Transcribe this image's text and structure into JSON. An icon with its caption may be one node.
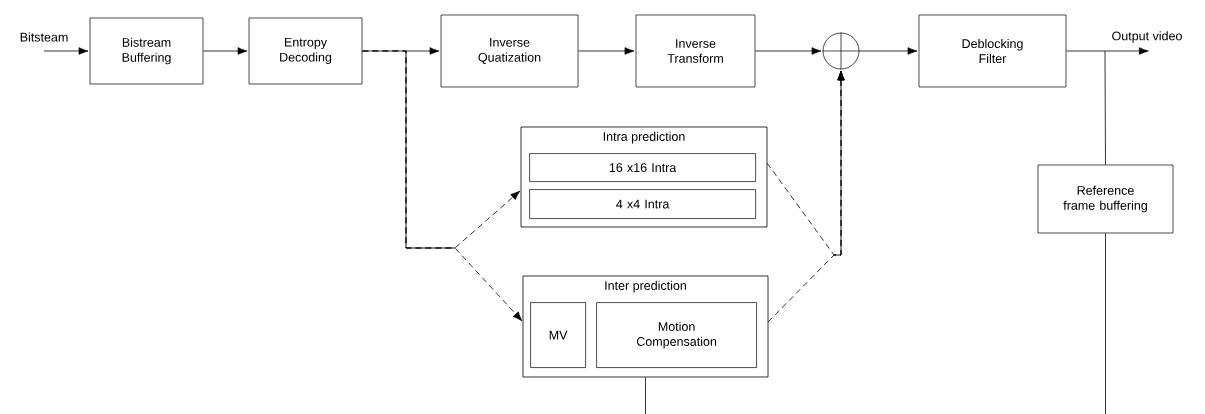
{
  "diagram": {
    "nodes": [
      {
        "text": [
          "Bistream Buffering"
        ]
      },
      {
        "text": [
          "Entropy Decoding"
        ]
      },
      {
        "text": [
          "Inverse Quatization"
        ]
      },
      {
        "text": [
          "Inverse Transform"
        ]
      },
      {
        "text": [],
        "shape": "circle"
      },
      {
        "text": [
          "Deblocking Filter"
        ]
      },
      {
        "text": [
          "Intra prediction"
        ]
      },
      {
        "text": [
          "16 x16 Intra"
        ],
        "in": 6
      },
      {
        "text": [
          "4 x4 Intra"
        ],
        "in": 6
      },
      {
        "text": [
          "Inter prediction"
        ]
      },
      {
        "text": [
          "MV"
        ],
        "in": 9
      },
      {
        "text": [
          "Motion Compensation"
        ],
        "in": 9
      },
      {
        "text": [
          "Reference frame buffering"
        ]
      }
    ],
    "edges": [
      {
        "from": null,
        "to": 0,
        "arrow": "to",
        "label": "Bitsteam"
      },
      {
        "from": 0,
        "to": 1,
        "arrow": "to"
      },
      {
        "from": 1,
        "to": 2,
        "arrow": "to"
      },
      {
        "from": 2,
        "to": 3,
        "arrow": "to"
      },
      {
        "from": 3,
        "to": 4,
        "arrow": "to"
      },
      {
        "from": 4,
        "to": 5,
        "arrow": "to"
      },
      {
        "from": 5,
        "to": null,
        "arrow": "to",
        "label": "Output video"
      },
      {
        "from": 1,
        "to": 6,
        "arrow": "to",
        "style": "dashed"
      },
      {
        "from": 1,
        "to": 9,
        "arrow": "to",
        "style": "dashed"
      },
      {
        "from": 6,
        "to": 4,
        "arrow": "to",
        "style": "dashed"
      },
      {
        "from": 9,
        "to": 4,
        "arrow": "to",
        "style": "dashed"
      },
      {
        "from": 5,
        "to": 12,
        "arrow": "none"
      },
      {
        "from": 12,
        "to": null,
        "arrow": "none"
      },
      {
        "from": null,
        "to": 9,
        "arrow": "none"
      }
    ]
  }
}
